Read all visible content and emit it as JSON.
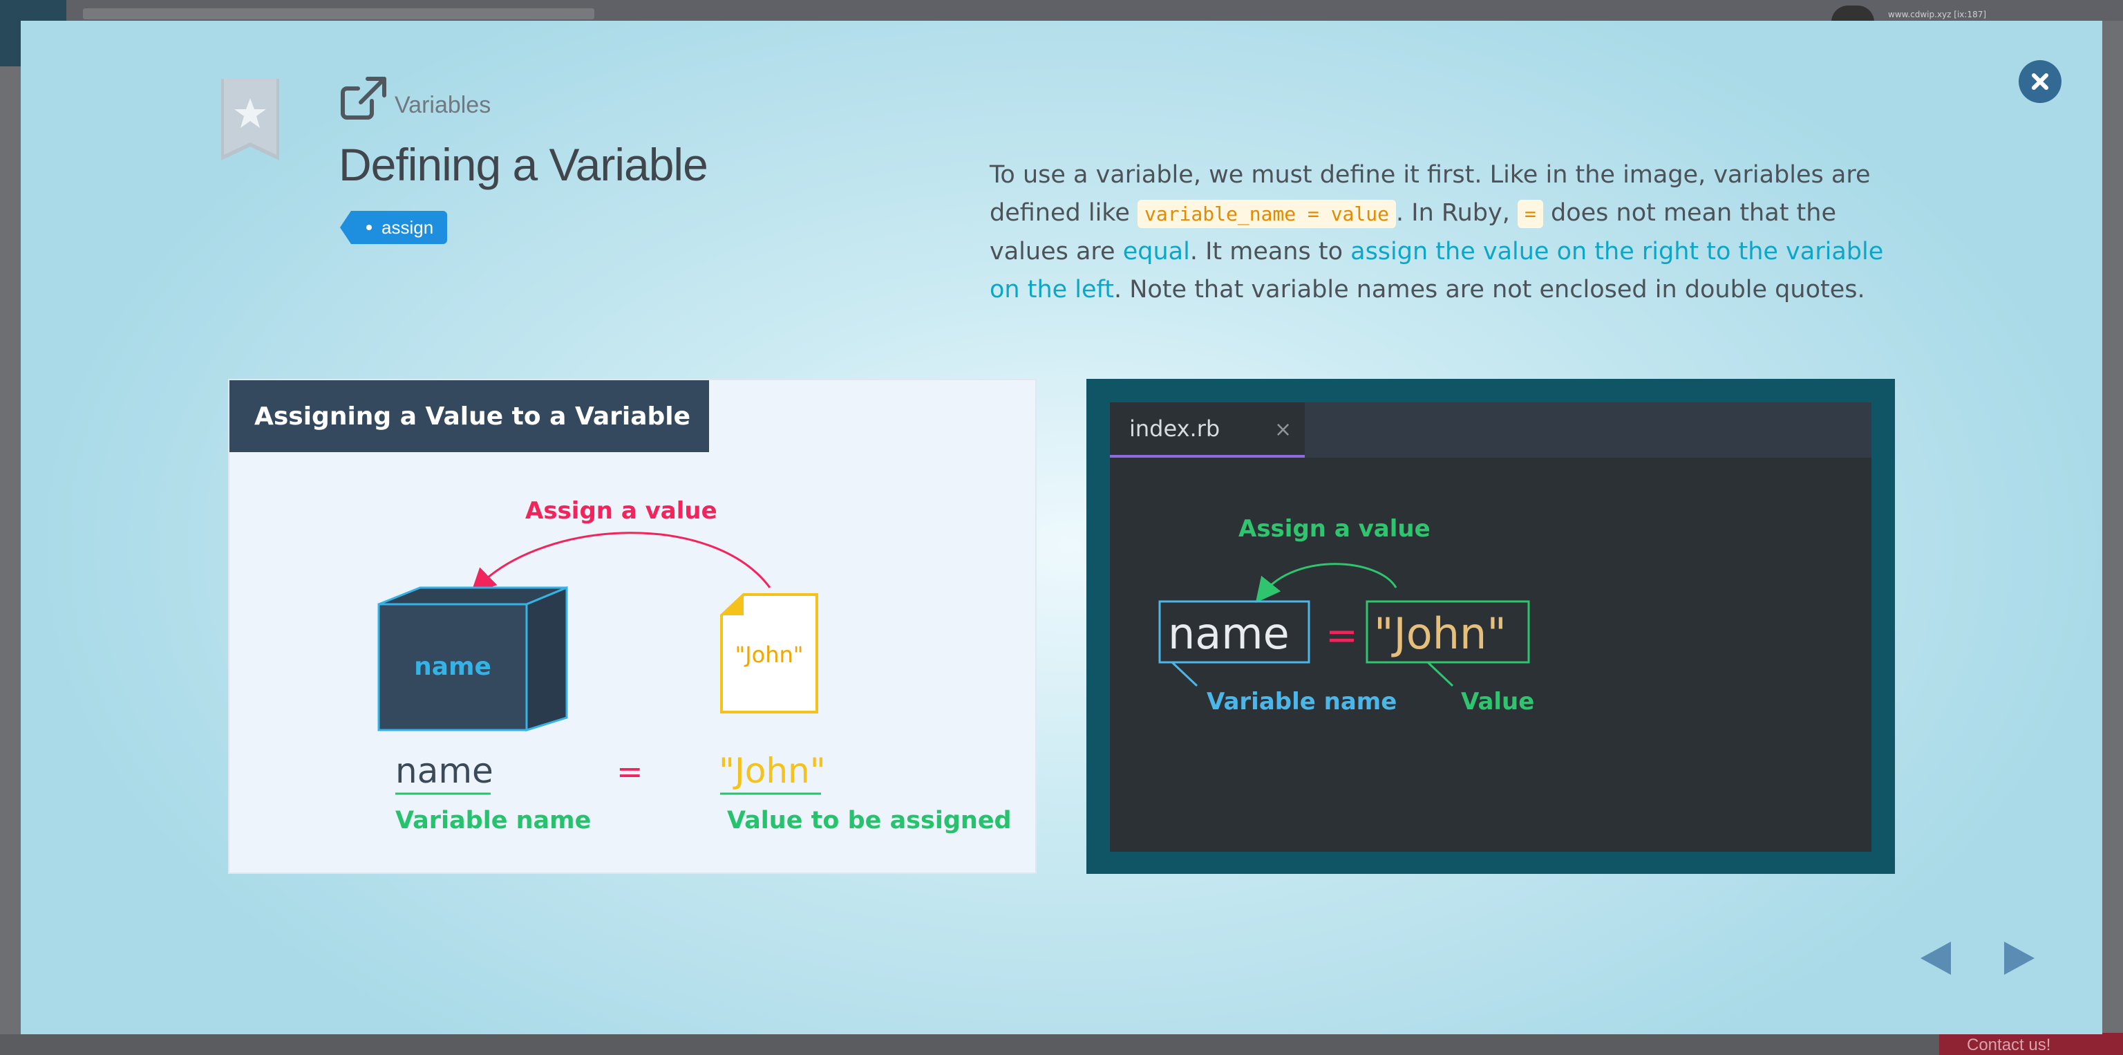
{
  "background": {
    "url_text": "www.cdwip.xyz [ix:187]",
    "contact_label": "Contact us!"
  },
  "header": {
    "category": "Variables",
    "title": "Defining a Variable",
    "tag": "assign"
  },
  "description": {
    "p1": "To use a variable, we must define it first. Like in the image, variables are defined like ",
    "code1": "variable_name = value",
    "p2": ". In Ruby, ",
    "code2": "=",
    "p3": " does not mean that the values are ",
    "hl1": "equal",
    "p4": ". It means to ",
    "hl2": "assign the value on the right to the variable on the left",
    "p5": ". Note that variable names are not enclosed in double quotes."
  },
  "figure_left": {
    "banner": "Assigning a Value to a Variable",
    "assign_label": "Assign a value",
    "box_label": "name",
    "doc_label": "\"John\"",
    "var_text": "name",
    "equals": "=",
    "value_text": "\"John\"",
    "var_caption": "Variable name",
    "value_caption": "Value to be assigned"
  },
  "figure_right": {
    "tab_label": "index.rb",
    "tab_close": "×",
    "assign_label": "Assign a value",
    "var_text": "name",
    "equals": "=",
    "value_text": "\"John\"",
    "var_caption": "Variable name",
    "value_caption": "Value"
  },
  "colors": {
    "pink": "#f2245c",
    "green": "#27c26e",
    "blue": "#35b3e6",
    "yellow": "#f5c21c",
    "code_green": "#2fc56f",
    "code_blue": "#4cb6e8"
  },
  "icons": {
    "close": "close-icon",
    "bookmark": "bookmark-star-icon",
    "external": "external-link-icon",
    "prev": "triangle-left-icon",
    "next": "triangle-right-icon"
  }
}
